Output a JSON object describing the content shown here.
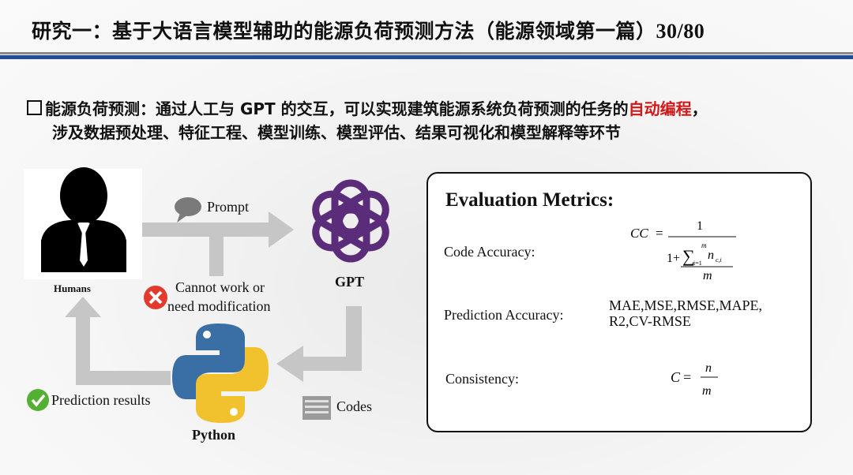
{
  "header": {
    "title": "研究一：基于大语言模型辅助的能源负荷预测方法（能源领域第一篇）",
    "page_number": "30/80"
  },
  "bullet": {
    "text_a": "能源负荷预测：通过人工与 GPT  的交互，可以实现建筑能源系统负荷预测的任务的",
    "highlight": "自动编程",
    "text_b": "，",
    "line2": "涉及数据预处理、特征工程、模型训练、模型评估、结果可视化和模型解释等环节"
  },
  "diagram": {
    "prompt": "Prompt",
    "humans": "Humans",
    "gpt": "GPT",
    "error_line1": "Cannot work or",
    "error_line2": "need modification",
    "results": "Prediction results",
    "codes": "Codes",
    "python": "Python"
  },
  "metrics": {
    "title": "Evaluation Metrics:",
    "code_accuracy": "Code    Accuracy:",
    "prediction_accuracy": "Prediction     Accuracy:",
    "prediction_metrics_line1": "MAE,MSE,RMSE,MAPE,",
    "prediction_metrics_line2": "R2,CV-RMSE",
    "consistency": "Consistency:"
  },
  "colors": {
    "title_rule": "#1f4e9c",
    "highlight": "#d01818",
    "gpt_logo": "#5b2c7a",
    "python_blue": "#3a6fa5",
    "python_yellow": "#f2c12e",
    "arrow": "#c6c6c6",
    "error": "#e23b2e",
    "success": "#53b033"
  }
}
